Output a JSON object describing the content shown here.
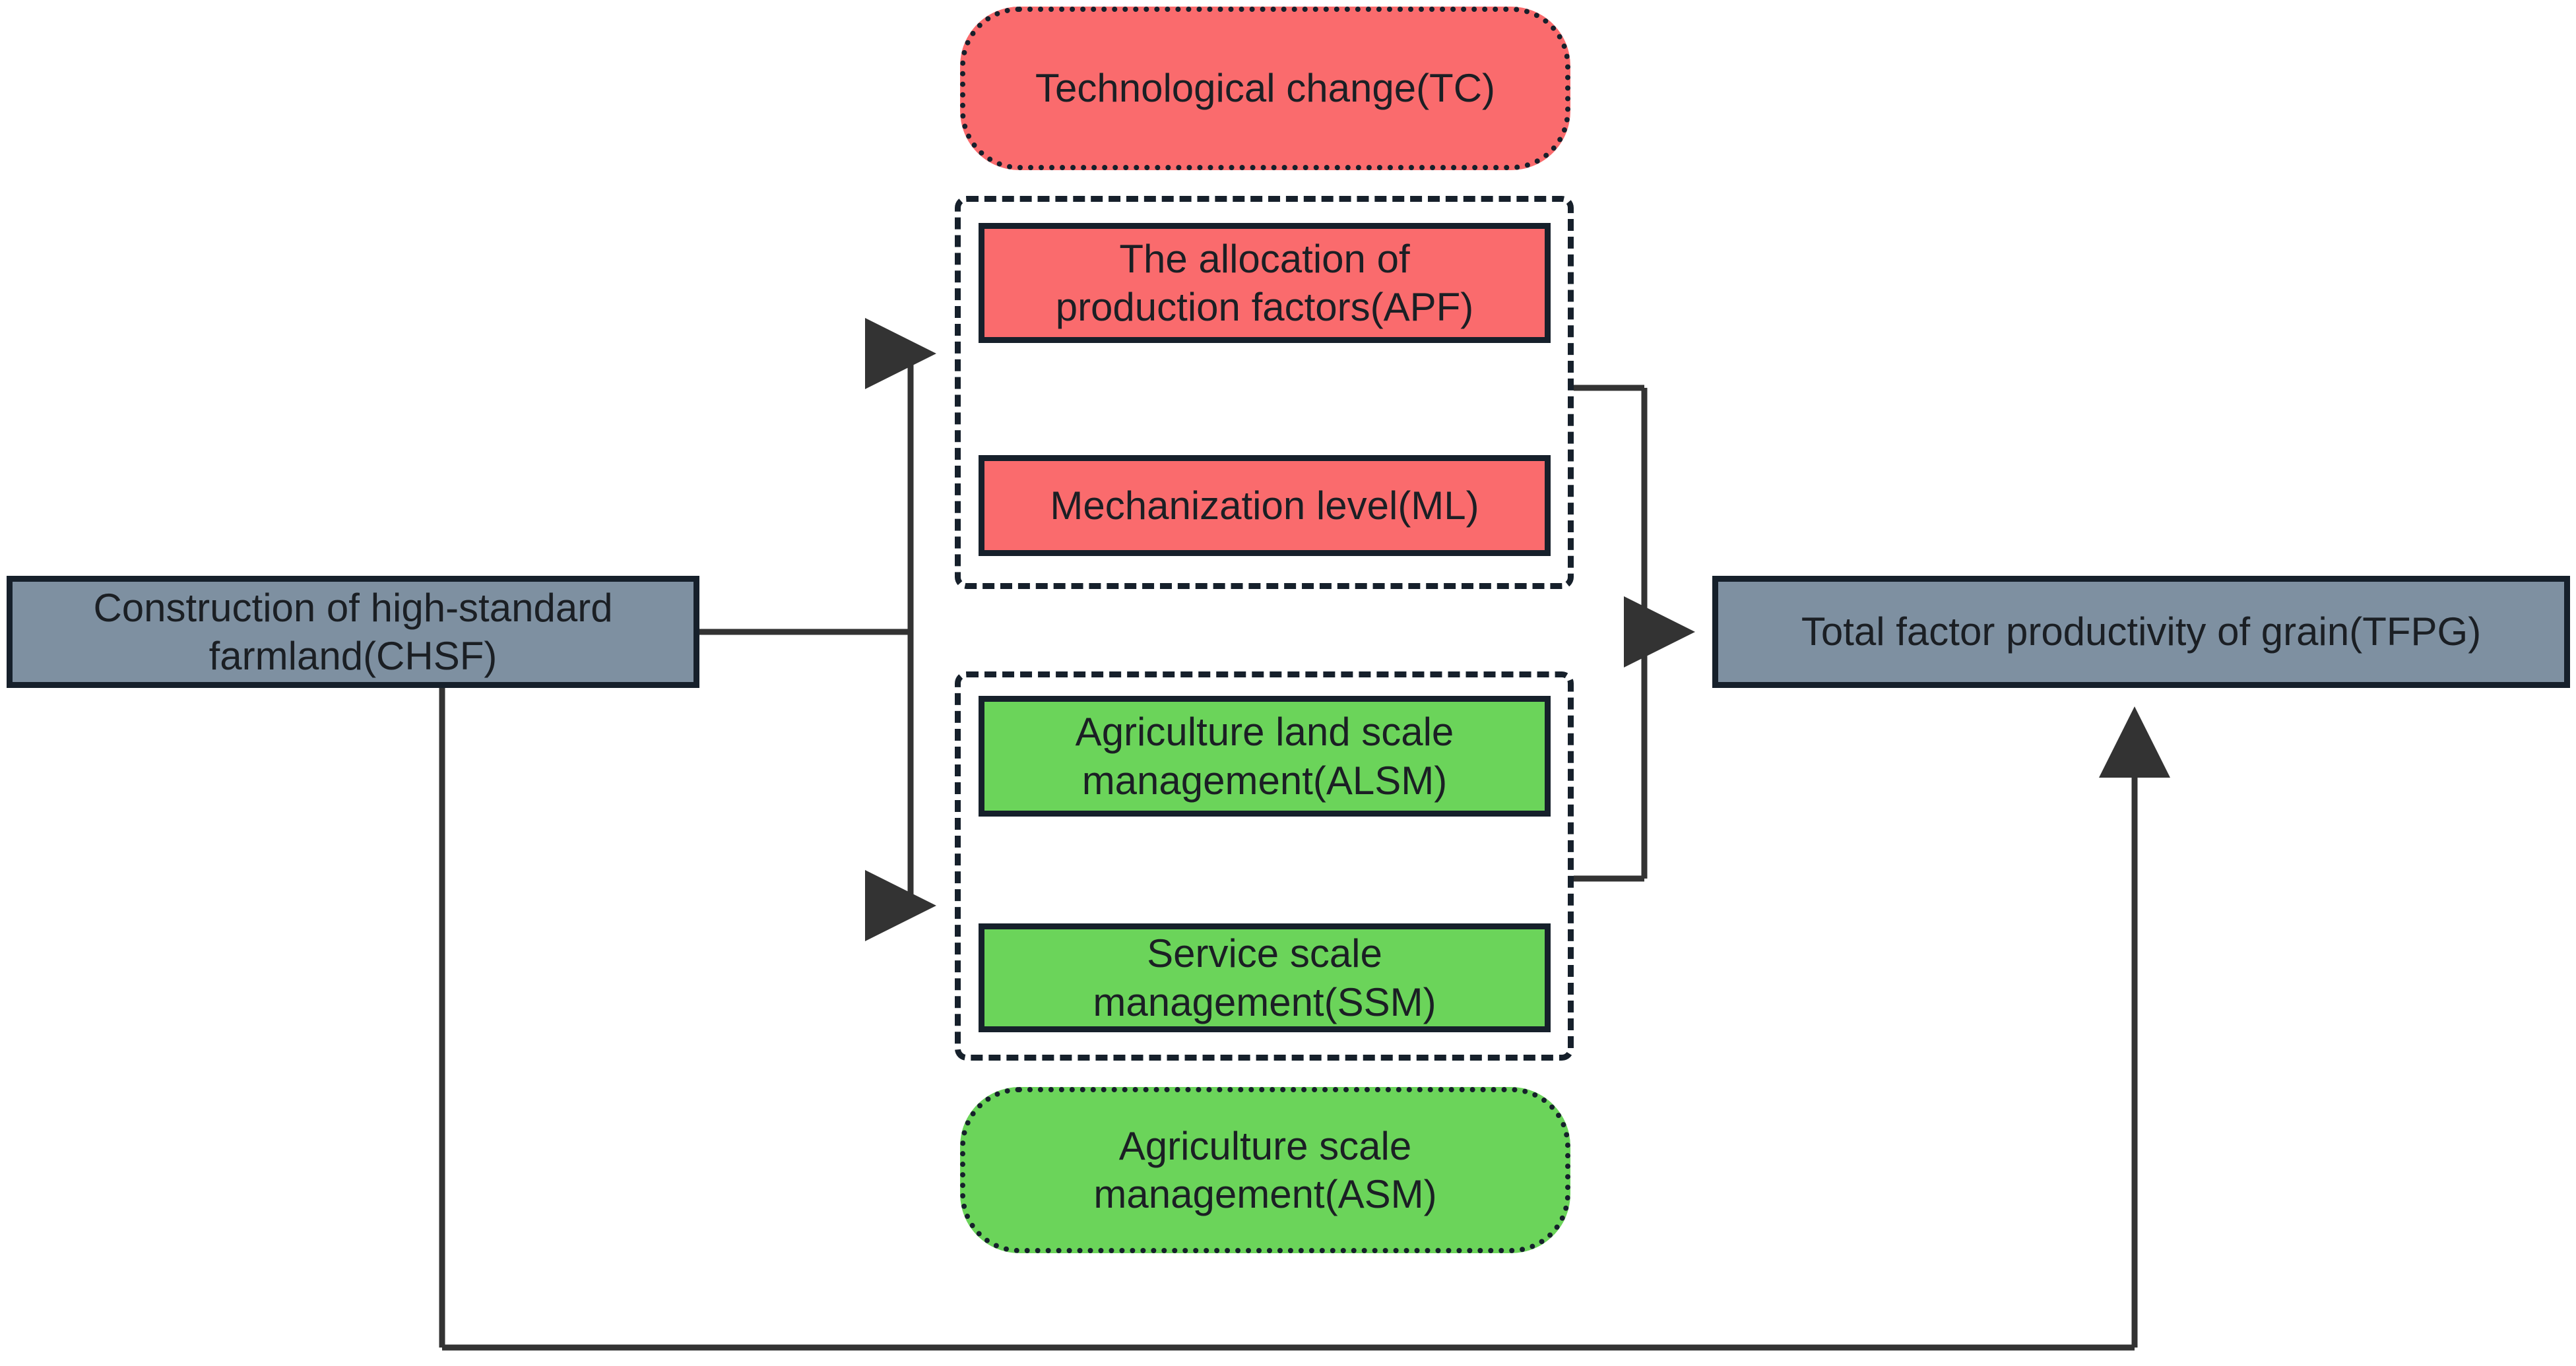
{
  "diagram": {
    "title_present": false,
    "colors": {
      "red_fill": "#fa6b6d",
      "green_fill": "#6bd45a",
      "grey_fill": "#7e90a1",
      "stroke": "#16202b",
      "background": "#ffffff"
    },
    "nodes": {
      "chsf": {
        "label": "Construction of high-standard\nfarmland(CHSF)",
        "abbr": "CHSF",
        "shape": "rectangle",
        "fill": "#7e90a1"
      },
      "tfpg": {
        "label": "Total factor productivity of grain(TFPG)",
        "abbr": "TFPG",
        "shape": "rectangle",
        "fill": "#7e90a1"
      },
      "tc": {
        "label": "Technological change(TC)",
        "abbr": "TC",
        "shape": "rounded-dotted",
        "fill": "#fa6b6d"
      },
      "apf": {
        "label": "The allocation of\nproduction factors(APF)",
        "abbr": "APF",
        "shape": "rectangle",
        "fill": "#fa6b6d"
      },
      "ml": {
        "label": "Mechanization level(ML)",
        "abbr": "ML",
        "shape": "rectangle",
        "fill": "#fa6b6d"
      },
      "alsm": {
        "label": "Agriculture land scale\nmanagement(ALSM)",
        "abbr": "ALSM",
        "shape": "rectangle",
        "fill": "#6bd45a"
      },
      "ssm": {
        "label": "Service scale\nmanagement(SSM)",
        "abbr": "SSM",
        "shape": "rectangle",
        "fill": "#6bd45a"
      },
      "asm": {
        "label": "Agriculture scale\nmanagement(ASM)",
        "abbr": "ASM",
        "shape": "rounded-dotted",
        "fill": "#6bd45a"
      }
    },
    "groups": {
      "technology_group": {
        "label": "",
        "members": [
          "apf",
          "ml"
        ],
        "style": "dashed"
      },
      "scale_group": {
        "label": "",
        "members": [
          "alsm",
          "ssm"
        ],
        "style": "dashed"
      }
    },
    "edges": [
      {
        "from": "chsf",
        "to": "technology_group",
        "label": "",
        "arrow": true
      },
      {
        "from": "chsf",
        "to": "scale_group",
        "label": "",
        "arrow": true
      },
      {
        "from": "technology_group",
        "to": "tfpg",
        "label": "",
        "arrow": true
      },
      {
        "from": "scale_group",
        "to": "tfpg",
        "label": "",
        "arrow": true
      },
      {
        "from": "chsf",
        "to": "tfpg",
        "label": "",
        "arrow": true
      }
    ]
  }
}
